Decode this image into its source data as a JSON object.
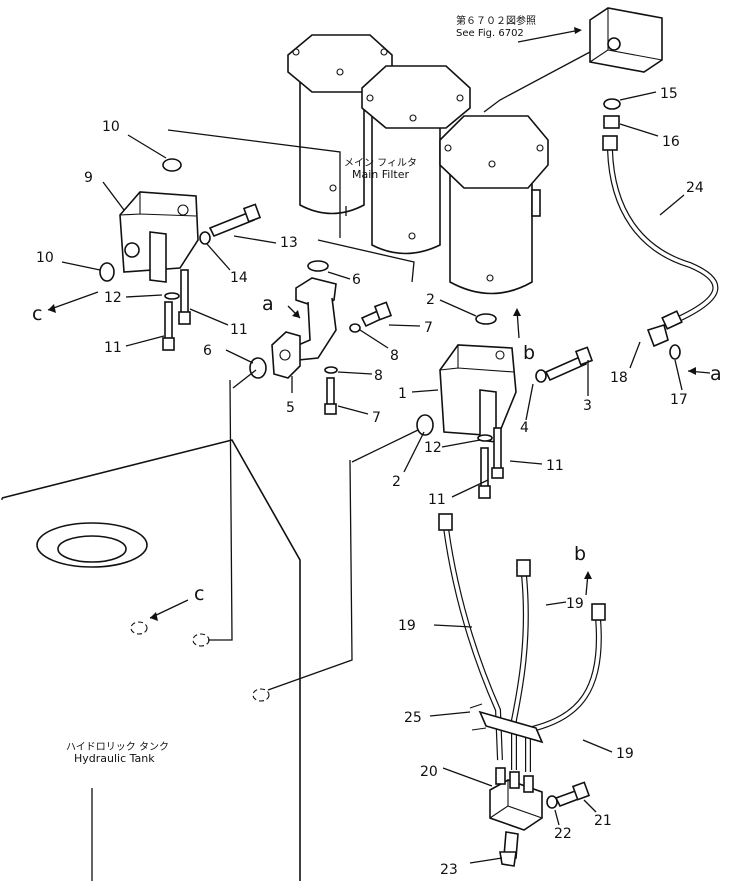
{
  "notes": {
    "see_fig_jp": "第６７０２図参照",
    "see_fig_en": "See Fig. 6702",
    "main_filter_jp": "メイン フィルタ",
    "main_filter_en": "Main Filter",
    "tank_jp": "ハイドロリック タンク",
    "tank_en": "Hydraulic Tank"
  },
  "letters": {
    "a": "a",
    "b": "b",
    "c": "c"
  },
  "parts": {
    "p1": "1",
    "p2": "2",
    "p3": "3",
    "p4": "4",
    "p5": "5",
    "p6": "6",
    "p7": "7",
    "p8": "8",
    "p9": "9",
    "p10": "10",
    "p11": "11",
    "p12": "12",
    "p13": "13",
    "p14": "14",
    "p15": "15",
    "p16": "16",
    "p17": "17",
    "p18": "18",
    "p19": "19",
    "p20": "20",
    "p21": "21",
    "p22": "22",
    "p23": "23",
    "p24": "24",
    "p25": "25"
  }
}
